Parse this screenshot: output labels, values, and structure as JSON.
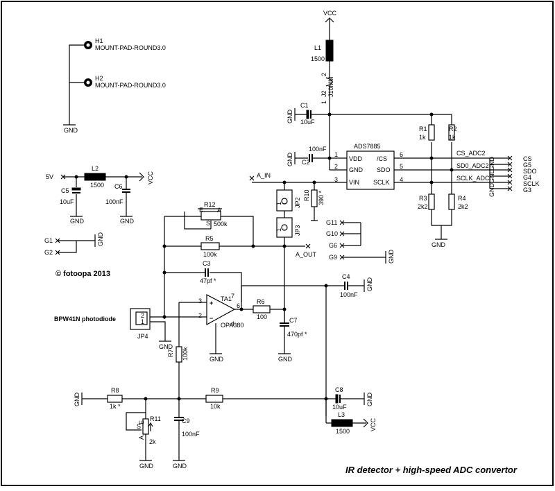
{
  "title": "IR detector + high-speed ADC convertor",
  "copyright": "© fotoopa 2013",
  "nets": {
    "vcc": "VCC",
    "gnd": "GND",
    "five_v": "5V",
    "a_in": "A_IN",
    "a_out": "A_OUT",
    "cs_adc2": "CS_ADC2",
    "sdo_adc2": "SD0_ADC2",
    "sclk_adc": "SCLK_ADC"
  },
  "mount_pads": [
    {
      "ref": "H1",
      "value": "MOUNT-PAD-ROUND3.0"
    },
    {
      "ref": "H2",
      "value": "MOUNT-PAD-ROUND3.0"
    }
  ],
  "ic_adc": {
    "name": "ADS7885",
    "pins_left": [
      {
        "num": "1",
        "name": "VDD"
      },
      {
        "num": "2",
        "name": "GND"
      },
      {
        "num": "3",
        "name": "VIN"
      }
    ],
    "pins_right": [
      {
        "num": "6",
        "name": "/CS"
      },
      {
        "num": "5",
        "name": "SDO"
      },
      {
        "num": "4",
        "name": "SCLK"
      }
    ]
  },
  "opamp": {
    "ref": "TA1",
    "value": "OPA380",
    "pins": [
      "3",
      "2",
      "6",
      "7",
      "4"
    ],
    "plus": "+",
    "minus": "−"
  },
  "components": {
    "L1": "1500",
    "L2": "1500",
    "L3": "1500",
    "C1": "10uF",
    "C2": "100nF",
    "C3": "47pf *",
    "C4": "100nF",
    "C5": "10uF",
    "C6": "100nF",
    "C7": "470pf *",
    "C8": "10uF",
    "C9": "100nF",
    "R1": "1k",
    "R2": "1k",
    "R3": "2k2",
    "R4": "2k2",
    "R5": "100k",
    "R6": "100",
    "R7": "100k",
    "R8": "1k *",
    "R9": "10k",
    "R10": "390 *",
    "R11": "2k",
    "R12": "500k",
    "J2": "J10MM"
  },
  "jumpers": {
    "JP2": "JP2",
    "JP3": "JP3",
    "JP4": "JP4"
  },
  "photodiode": "BPW41N photodiode",
  "connector": [
    {
      "label": "CS",
      "gnd": ""
    },
    {
      "label": "G5",
      "gnd": "GND"
    },
    {
      "label": "SDO",
      "gnd": ""
    },
    {
      "label": "G4",
      "gnd": "GND"
    },
    {
      "label": "SCLK",
      "gnd": ""
    },
    {
      "label": "G3",
      "gnd": "GND"
    }
  ],
  "g_pins": [
    "G11",
    "G10",
    "G6",
    "G9",
    "G1",
    "G2"
  ]
}
